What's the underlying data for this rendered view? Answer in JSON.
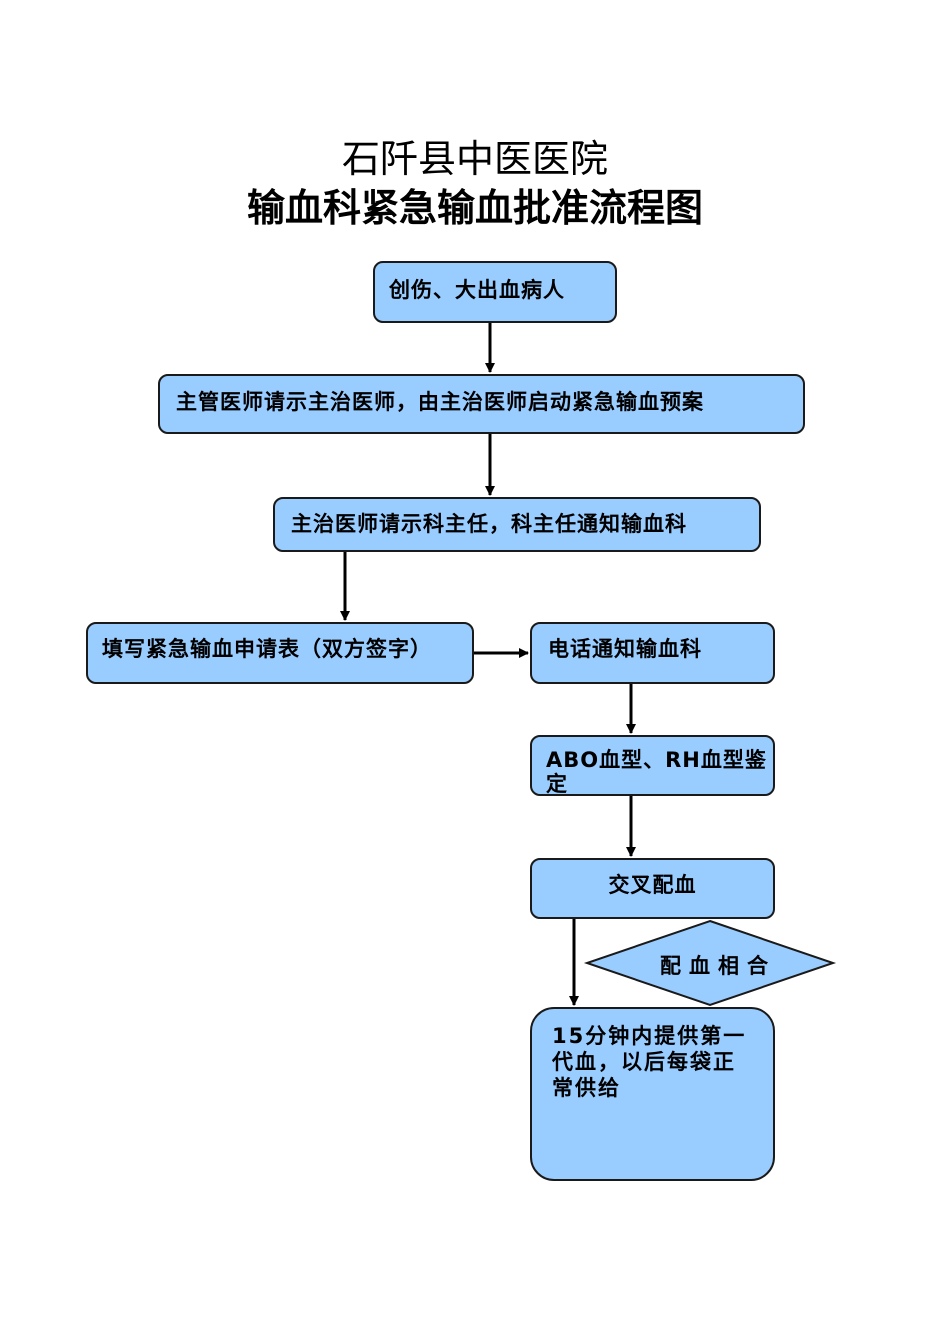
{
  "title": {
    "line1": "石阡县中医医院",
    "line2": "输血科紧急输血批准流程图"
  },
  "flow": {
    "step1": "创伤、大出血病人",
    "step2": "主管医师请示主治医师，由主治医师启动紧急输血预案",
    "step3": "主治医师请示科主任，科主任通知输血科",
    "step4": "填写紧急输血申请表（双方签字）",
    "step5": "电话通知输血科",
    "step6": "ABO血型、RH血型鉴定",
    "step7": "交叉配血",
    "decision": "配血相合",
    "step8": "15分钟内提供第一代血，以后每袋正常供给"
  },
  "colors": {
    "box_fill": "#99ccff",
    "box_border": "#1a1a1a",
    "arrow": "#000000"
  }
}
